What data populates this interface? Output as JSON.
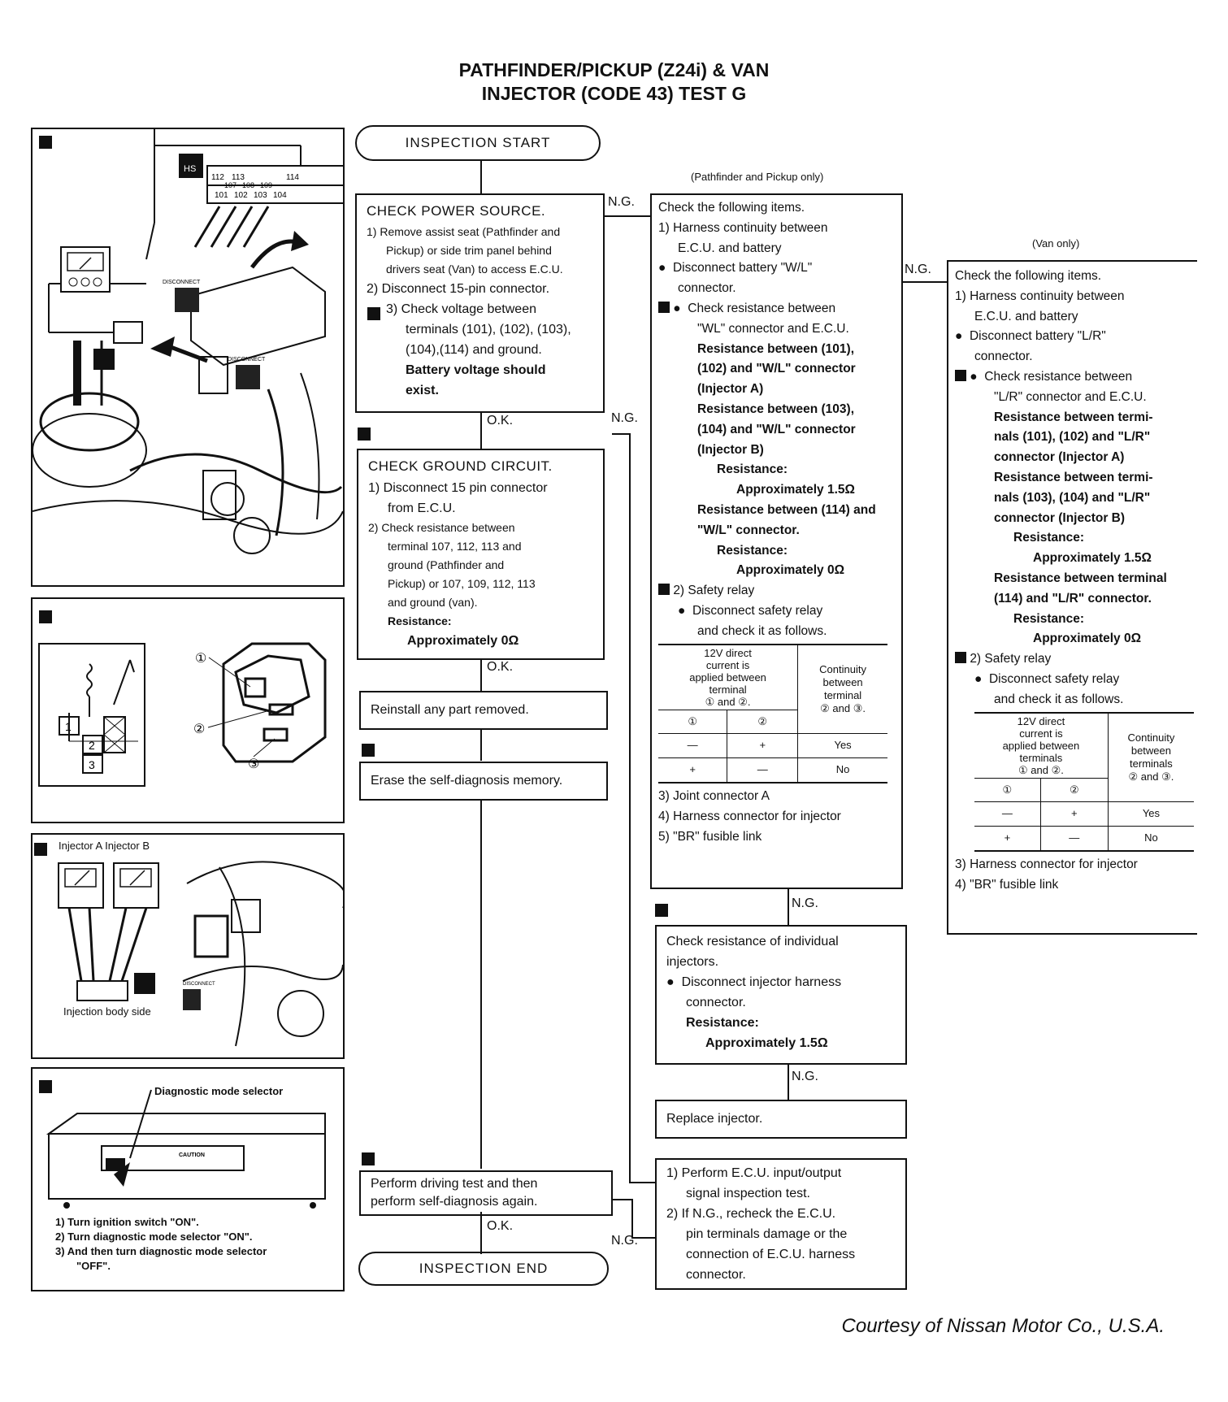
{
  "title": {
    "line1": "PATHFINDER/PICKUP (Z24i) & VAN",
    "line2": "INJECTOR (CODE 43) TEST G"
  },
  "start": "INSPECTION START",
  "end": "INSPECTION END",
  "power": {
    "heading": "CHECK POWER SOURCE.",
    "s1a": "1) Remove assist seat (Pathfinder and",
    "s1b": "Pickup) or side trim panel behind",
    "s1c": "drivers seat (Van) to access E.C.U.",
    "s2": "2) Disconnect 15-pin connector.",
    "s3a": "3) Check voltage between",
    "s3b": "terminals",
    "s3c": "and ground.",
    "r1": "Battery voltage should",
    "r2": "exist."
  },
  "ground": {
    "heading": "CHECK GROUND CIRCUIT.",
    "s1a": "1) Disconnect 15 pin connector",
    "s1b": "from E.C.U.",
    "s2a": "2) Check resistance between",
    "s2b": "terminal 107, 112, 113 and",
    "s2c": "ground (Pathfinder and",
    "s2d": "Pickup) or 107, 109, 112, 113",
    "s2e": "and ground (van).",
    "res": "Resistance:",
    "val": "Approximately 0Ω"
  },
  "reinstall": "Reinstall any part removed.",
  "erase": "Erase the self-diagnosis memory.",
  "drive": {
    "l1": "Perform driving test and then",
    "l2": "perform self-diagnosis again."
  },
  "flow": {
    "ok": "O.K.",
    "ng": "N.G."
  },
  "pathfinder": {
    "note": "(Pathfinder and Pickup only)",
    "l1": "Check the following items.",
    "l2": "1) Harness continuity between",
    "l3": "E.C.U. and battery",
    "l4": "Disconnect battery \"W/L\"",
    "l5": "connector.",
    "l6": "Check resistance between",
    "l7": "\"WL\" connector and E.C.U.",
    "b1": "Resistance between",
    "b2": "and \"W/L\" connector",
    "b3": "(Injector A)",
    "b4": "Resistance between",
    "b5": "and \"W/L\" connector",
    "b6": "(Injector B)",
    "b7": "Resistance:",
    "b8": "Approximately 1.5Ω",
    "b9": "Resistance between",
    "b9b": "and",
    "b10": "\"W/L\" connector.",
    "b11": "Resistance:",
    "b12": "Approximately 0Ω",
    "sr": "2) Safety relay",
    "sr1": "Disconnect safety relay",
    "sr2": "and check it as follows.",
    "i3": "3) Joint connector A",
    "i4": "4) Harness connector for injector",
    "i5": "5) \"BR\" fusible link"
  },
  "van": {
    "note": "(Van only)",
    "l1": "Check the following items.",
    "l2": "1) Harness continuity between",
    "l3": "E.C.U. and battery",
    "l4": "Disconnect battery \"L/R\"",
    "l5": "connector.",
    "l6": "Check resistance between",
    "l7": "\"L/R\" connector and E.C.U.",
    "b1": "Resistance between termi-",
    "b2": "nals",
    "b2b": "and \"L/R\"",
    "b3": "connector (Injector A)",
    "b4": "Resistance between termi-",
    "b5": "nals",
    "b5b": "and \"L/R\"",
    "b6": "connector (Injector B)",
    "b7": "Resistance:",
    "b8": "Approximately 1.5Ω",
    "b9": "Resistance between terminal",
    "b10": "and \"L/R\" connector.",
    "b11": "Resistance:",
    "b12": "Approximately 0Ω",
    "sr": "2) Safety relay",
    "sr1": "Disconnect safety relay",
    "sr2": "and check it as follows.",
    "i3": "3) Harness connector for injector",
    "i4": "4) \"BR\" fusible link"
  },
  "relay_table": {
    "h1a": "12V direct",
    "h1b": "current is",
    "h1c": "applied between",
    "h1d": "terminal",
    "h1e": "① and ②.",
    "h2a": "Continuity",
    "h2b": "between",
    "h2c": "terminal",
    "h2d": "② and ③.",
    "c1": "①",
    "c2": "②",
    "r1a": "—",
    "r1b": "+",
    "r1c": "Yes",
    "r2a": "+",
    "r2b": "—",
    "r2c": "No"
  },
  "relay_table_van": {
    "h1a": "12V direct",
    "h1b": "current is",
    "h1c": "applied between",
    "h1d": "terminals",
    "h1e": "① and ②.",
    "h2a": "Continuity",
    "h2b": "between",
    "h2c": "terminals",
    "h2d": "② and ③."
  },
  "individual": {
    "l1": "Check resistance of individual",
    "l2": "injectors.",
    "l3": "Disconnect injector harness",
    "l4": "connector.",
    "l5": "Resistance:",
    "l6": "Approximately 1.5Ω"
  },
  "replace": "Replace injector.",
  "ecu": {
    "l1": "1) Perform E.C.U. input/output",
    "l2": "signal inspection test.",
    "l3": "2) If N.G., recheck the E.C.U.",
    "l4": "pin terminals damage or the",
    "l5": "connection of E.C.U. harness",
    "l6": "connector."
  },
  "terminals": {
    "t101": "101",
    "t102": "102",
    "t103": "103",
    "t104": "104",
    "t114": "114",
    "t107": "107",
    "t108": "108",
    "t109": "109",
    "t112": "112",
    "t113": "113"
  },
  "figures": {
    "tester_tag": "HS",
    "disconnect": "DISCONNECT",
    "relay_n1": "1",
    "relay_n2": "2",
    "relay_n3": "3",
    "relay_c1": "①",
    "relay_c2": "②",
    "relay_c3": "③",
    "inj_label": "Injector A  Injector B",
    "inj_side": "Injection body side",
    "diag_label": "Diagnostic mode selector",
    "caution": "CAUTION",
    "d1": "1)  Turn ignition switch \"ON\".",
    "d2": "2)  Turn diagnostic mode selector \"ON\".",
    "d3a": "3)  And then turn diagnostic mode selector",
    "d3b": "\"OFF\"."
  },
  "courtesy": "Courtesy of Nissan Motor Co., U.S.A."
}
